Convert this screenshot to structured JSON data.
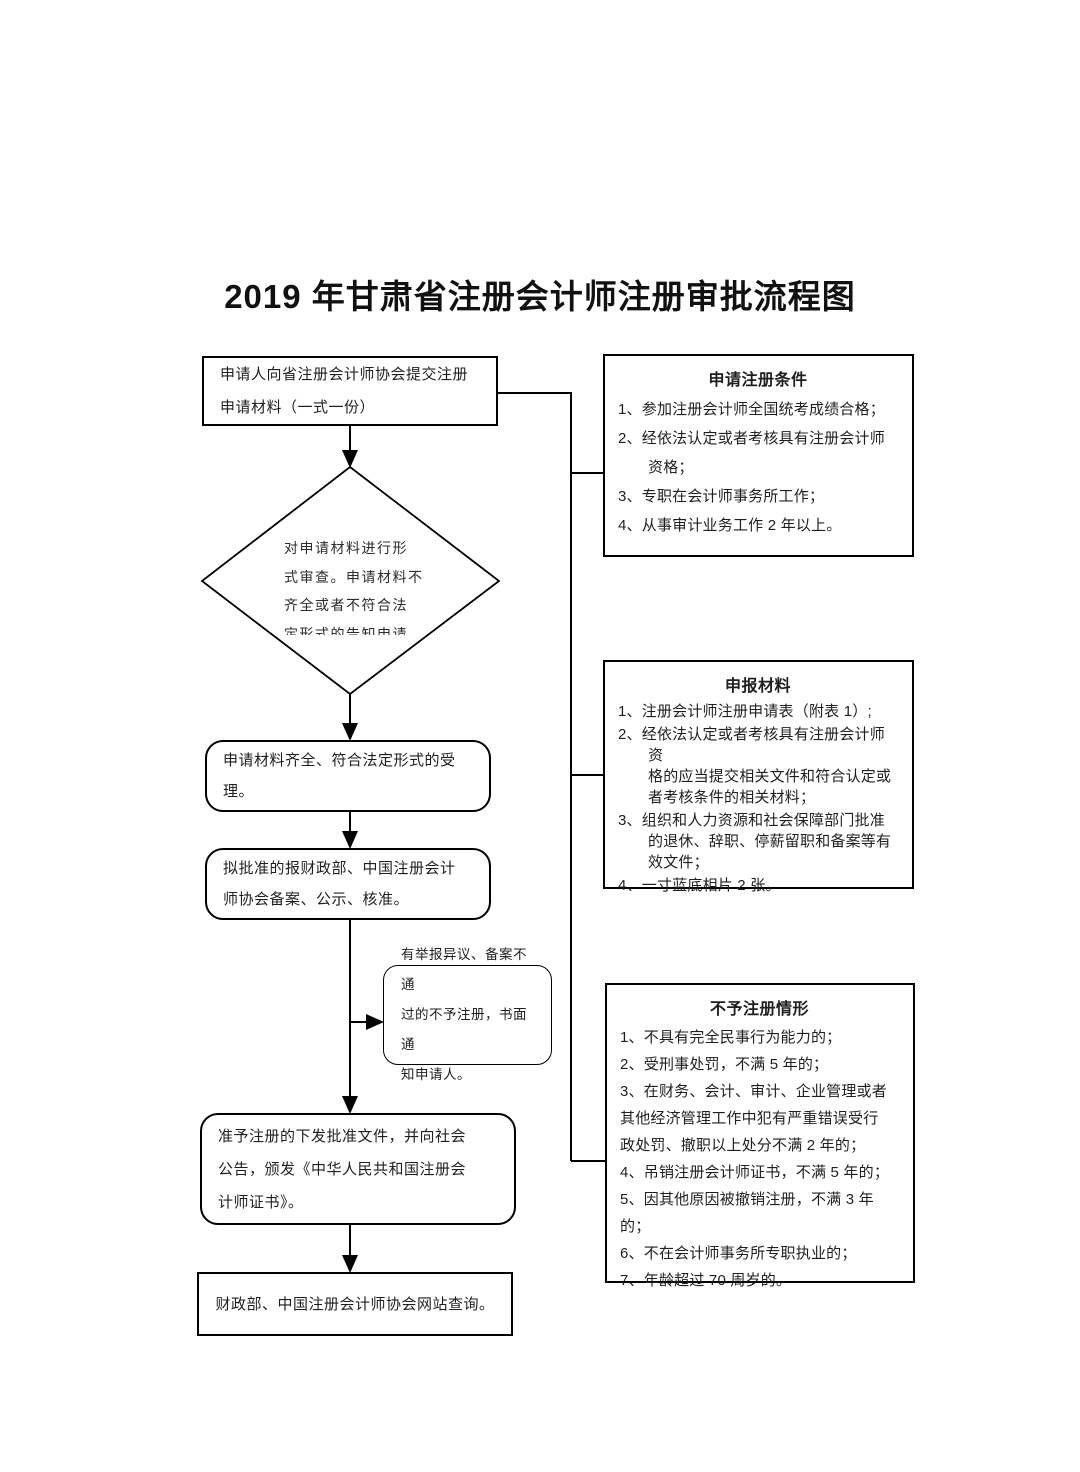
{
  "title": "2019 年甘肃省注册会计师注册审批流程图",
  "colors": {
    "ink": "#1f1f1f",
    "border": "#000000",
    "background": "#ffffff"
  },
  "flow": {
    "submit": {
      "text": "申请人向省注册会计师协会提交注册\n申请材料（一式一份）"
    },
    "review": {
      "lines": [
        "对申请材料进行形",
        "式审查。申请材料不",
        "齐全或者不符合法",
        "定形式的告知申请"
      ]
    },
    "accept": {
      "text": "申请材料齐全、符合法定形式的受\n理。"
    },
    "report": {
      "text": "拟批准的报财政部、中国注册会计\n师协会备案、公示、核准。"
    },
    "objection": {
      "text": "有举报异议、备案不通\n过的不予注册，书面通\n知申请人。"
    },
    "approve": {
      "text": "准予注册的下发批准文件，并向社会\n公告，颁发《中华人民共和国注册会\n计师证书》。"
    },
    "query": {
      "text": "财政部、中国注册会计师协会网站查询。"
    }
  },
  "side": {
    "conditions": {
      "title": "申请注册条件",
      "items": [
        "1、参加注册会计师全国统考成绩合格；",
        "2、经依法认定或者考核具有注册会计师\n资格；",
        "3、专职在会计师事务所工作；",
        "4、从事审计业务工作 2 年以上。"
      ]
    },
    "materials": {
      "title": "申报材料",
      "items": [
        "1、注册会计师注册申请表（附表 1）;",
        "2、经依法认定或者考核具有注册会计师资\n格的应当提交相关文件和符合认定或\n者考核条件的相关材料；",
        "3、组织和人力资源和社会保障部门批准\n的退休、辞职、停薪留职和备案等有\n效文件；",
        "4、一寸蓝底相片 2 张。"
      ]
    },
    "denial": {
      "title": "不予注册情形",
      "items": [
        "1、不具有完全民事行为能力的；",
        "2、受刑事处罚，不满 5 年的；",
        "3、在财务、会计、审计、企业管理或者\n其他经济管理工作中犯有严重错误受行\n政处罚、撤职以上处分不满 2 年的；",
        "4、吊销注册会计师证书，不满 5 年的；",
        "5、因其他原因被撤销注册，不满 3 年的；",
        "6、不在会计师事务所专职执业的；",
        "7、年龄超过 70 周岁的。"
      ]
    }
  }
}
